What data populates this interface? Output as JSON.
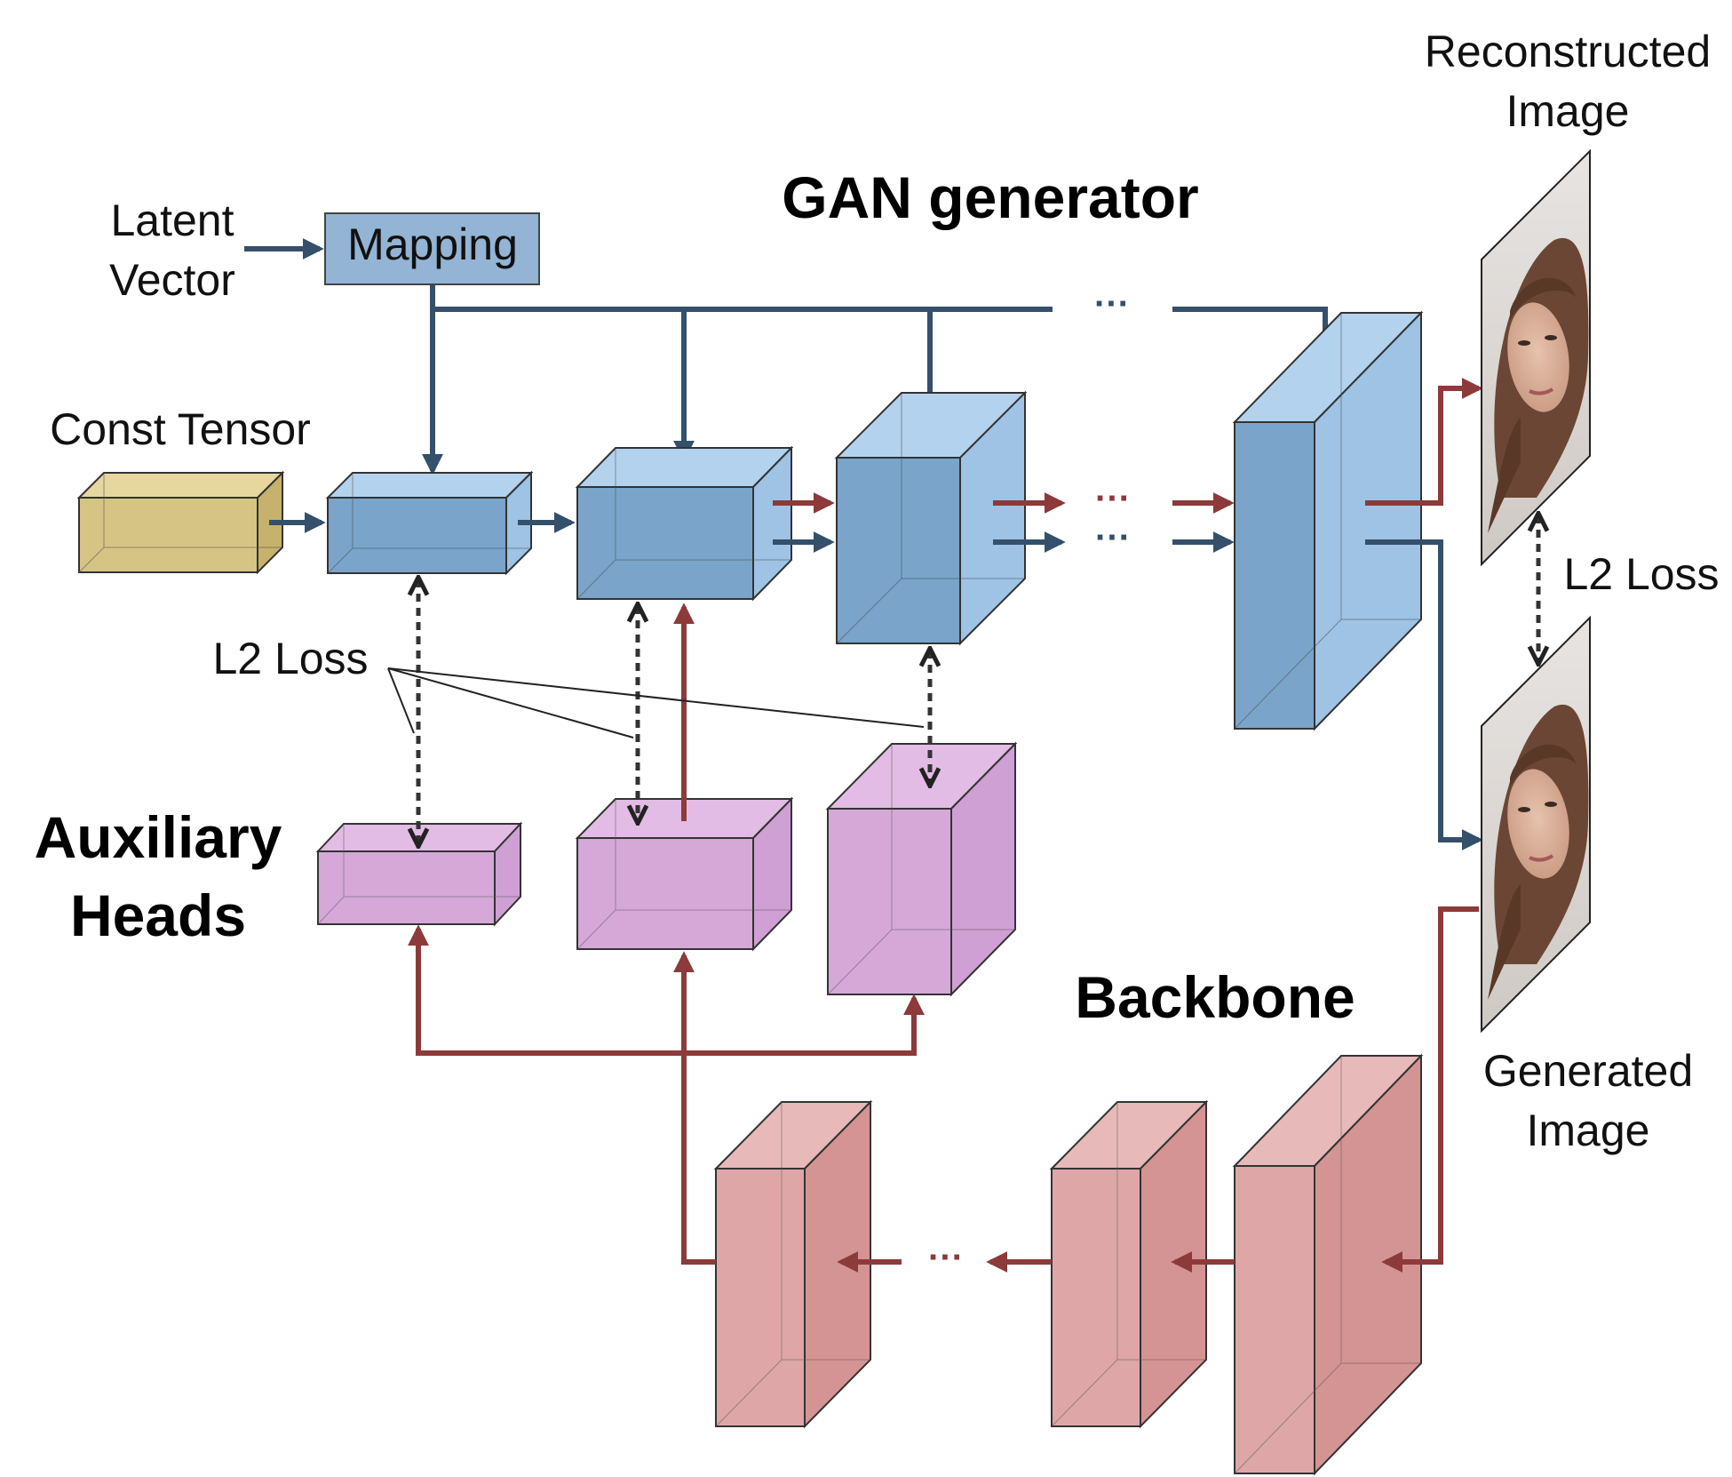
{
  "title": "GAN generator",
  "backbone_label": "Backbone",
  "aux_heads_label": [
    "Auxiliary",
    "Heads"
  ],
  "latent_vector_label": [
    "Latent",
    "Vector"
  ],
  "mapping_label": "Mapping",
  "const_tensor_label": "Const Tensor",
  "l2_loss_label": "L2 Loss",
  "l2_loss_right_label": "L2 Loss",
  "reconstructed_image_label": [
    "Reconstructed",
    "Image"
  ],
  "generated_image_label": [
    "Generated",
    "Image"
  ],
  "ellipsis": "···",
  "colors": {
    "gan_dark": "#34506b",
    "backbone_red": "#8c3a3a",
    "gen_block": "#7aa4c9",
    "aux_block": "#d5a8d8",
    "backbone_block": "#dea6a6",
    "const_block": "#d6c485",
    "mapping_block": "#93b4d4"
  }
}
